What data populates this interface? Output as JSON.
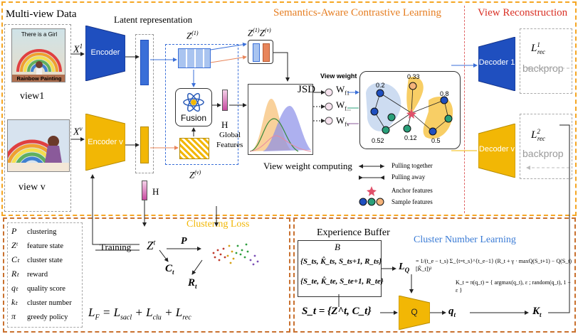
{
  "sections": {
    "multiview_title": "Multi-view Data",
    "latent_title": "Latent representation",
    "sacl_title": "Semantics-Aware Contrastive Learning",
    "recon_title": "View Reconstruction",
    "clustering_loss_title": "Clustering  Loss",
    "experience_buffer_title": "Experience Buffer",
    "cnl_title": "Cluster Number Learning"
  },
  "views": {
    "view1_label": "view1",
    "viewv_label": "view v",
    "view1_image_text": [
      "There is a Girl",
      "Rainbow Painting"
    ],
    "x1": "X",
    "x1_sup": "1",
    "xv": "X",
    "xv_sup": "v"
  },
  "encoders": {
    "enc1": "Encoder",
    "encv": "Encoder v"
  },
  "latent": {
    "z1": "Z",
    "z1_sup": "(1)",
    "zv": "Z",
    "zv_sup": "(v)",
    "z1zv": "Z",
    "z1zv_sup1": "(1)",
    "z1zv_mid": "Z",
    "z1zv_sup2": "(v)",
    "fusion": "Fusion",
    "h": "H",
    "h_global": "H",
    "global_features": [
      "Global",
      "Features"
    ],
    "h_lower": "H"
  },
  "view_weight": {
    "title": "View weight",
    "jsd": "JSD",
    "w1": "W",
    "w1_sub": "f1",
    "wf": "W",
    "wf_sub": "f...",
    "wv": "W",
    "wv_sub": "fv",
    "computing_label": "View weight computing"
  },
  "graph": {
    "node_values": [
      "0.2",
      "0.33",
      "0.8",
      "0.52",
      "0.12",
      "0.5"
    ]
  },
  "contrast_legend": {
    "pulling_together": "Pulling together",
    "pulling_away": "Pulling away",
    "anchor": "Anchor features",
    "sample": "Sample features"
  },
  "reconstruction": {
    "decoder1": "Decoder 1",
    "decoderv": "Decoder v",
    "l1": "L",
    "l1_sup": "1",
    "l1_sub": "rec",
    "l2": "L",
    "l2_sup": "2",
    "l2_sub": "rec",
    "backprop1": "backprop",
    "backprop2": "backprop"
  },
  "legend": [
    {
      "sym": "P",
      "text": "clustering"
    },
    {
      "sym": "Zᵗ",
      "text": "feature state"
    },
    {
      "sym": "Cₜ",
      "text": "cluster state"
    },
    {
      "sym": "Rₜ",
      "text": "reward"
    },
    {
      "sym": "qₜ",
      "text": "quality score"
    },
    {
      "sym": "kₜ",
      "text": "cluster number"
    },
    {
      "sym": "π",
      "text": "greedy policy"
    }
  ],
  "clustering": {
    "zt": "Z",
    "zt_sup": "t",
    "p": "P",
    "ct": "C",
    "ct_sub": "t",
    "rt": "R",
    "rt_sub": "t",
    "training": "Training",
    "loss_eq": "L_F = L_sacl + L_clu + L_rec",
    "lf": "L",
    "lf_sub": "F",
    "lsacl": "L",
    "lsacl_sub": "sacl",
    "lclu": "L",
    "lclu_sub": "clu",
    "lrec": "L",
    "lrec_sub": "rec"
  },
  "cnl": {
    "buffer_b": "B",
    "tuple1": "{S_ts, K̂_ts, S_ts+1, R_ts}",
    "tuple2": "{S_te, K̂_te, S_te+1, R_te}",
    "lq": "L",
    "lq_sub": "Q",
    "lq_eq": "= 1/(t_e − t_s) Σ_{t=t_s}^{t_e−1} (R_t + γ · maxQ(S_t+1) − Q(S_t)[K̂_t])²",
    "policy_eq": "K_t = π(q_t) = { argmax(q_t), ε ; random(q_t), 1 − ε }",
    "state_eq": "S_t = {Z^t, C_t}",
    "q_label": "Q",
    "qt": "q",
    "qt_sub": "t",
    "kt": "K",
    "kt_sub": "t"
  },
  "colors": {
    "orange_border": "#f5a623",
    "red_dash": "#e06666",
    "brown_dash": "#c9712f",
    "blue_enc": "#1f4fbf",
    "gold_enc": "#f2b705",
    "sacl_title": "#e67e22",
    "recon_title": "#d93025",
    "cnl_title": "#3a7bd5"
  }
}
